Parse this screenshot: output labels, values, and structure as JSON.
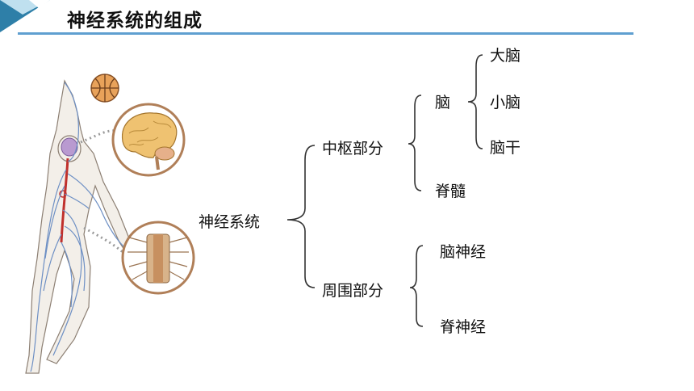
{
  "slide": {
    "title": "神经系统的组成"
  },
  "tree": {
    "root": "神经系统",
    "central": "中枢部分",
    "peripheral": "周围部分",
    "brain": "脑",
    "spinal_cord": "脊髓",
    "cerebrum": "大脑",
    "cerebellum": "小脑",
    "brainstem": "脑干",
    "cranial_nerves": "脑神经",
    "spinal_nerves": "脊神经"
  },
  "colors": {
    "accent": "#5f9fd0",
    "corner": "#2e7fa8",
    "bracket": "#333333"
  }
}
